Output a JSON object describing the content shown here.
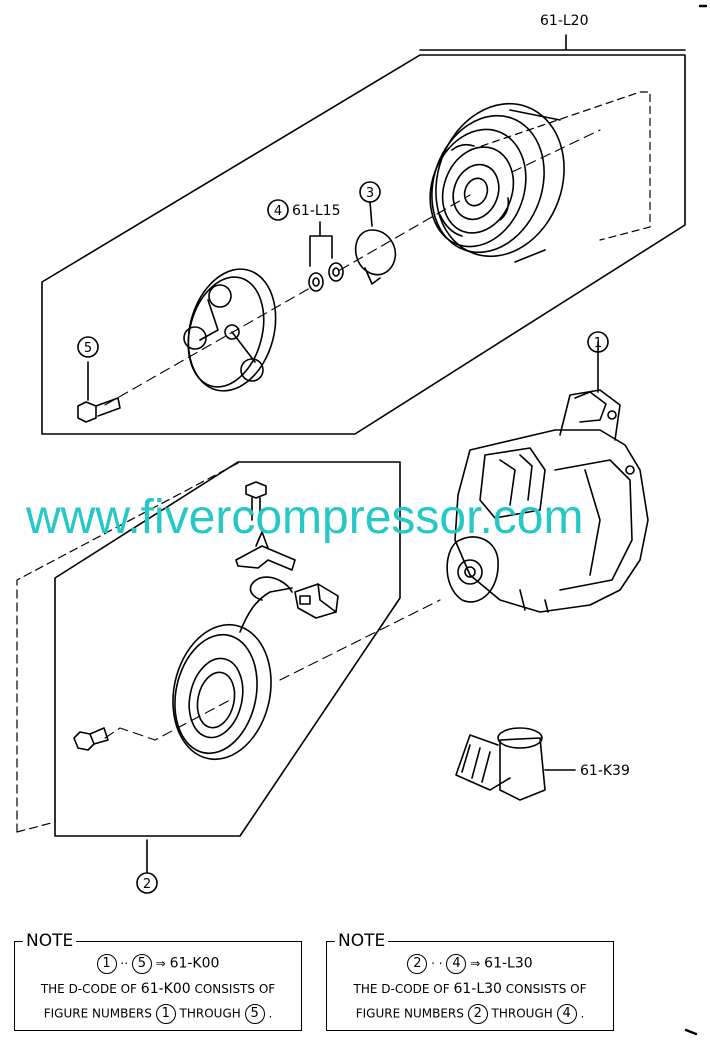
{
  "labels": {
    "assembly_code": "61-L20",
    "washer_code": "61-L15",
    "switch_code": "61-K39",
    "callout_1": "1",
    "callout_2": "2",
    "callout_3": "3",
    "callout_4": "4",
    "callout_5": "5"
  },
  "watermark": "www.fivercompressor.com",
  "notes": [
    {
      "title": "NOTE",
      "from_num": "1",
      "to_num": "5",
      "dots": "··",
      "arrow": "⇒",
      "code": "61-K00",
      "line2_pre": "THE D-CODE OF",
      "line2_post": "CONSISTS OF",
      "line3_pre": "FIGURE NUMBERS",
      "line3_mid": "THROUGH",
      "line3_end": "."
    },
    {
      "title": "NOTE",
      "from_num": "2",
      "to_num": "4",
      "dots": "· ·",
      "arrow": "⇒",
      "code": "61-L30",
      "line2_pre": "THE D-CODE OF",
      "line2_post": "CONSISTS OF",
      "line3_pre": "FIGURE NUMBERS",
      "line3_mid": "THROUGH",
      "line3_end": "."
    }
  ]
}
